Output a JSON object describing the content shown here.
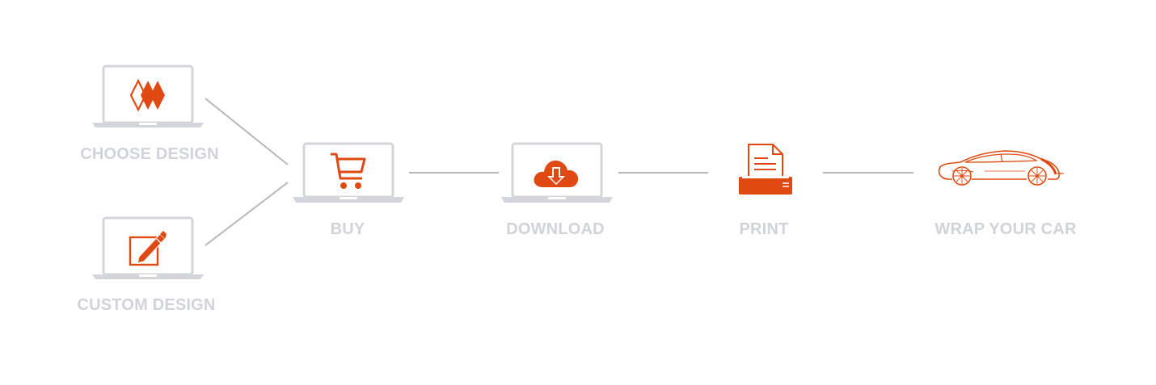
{
  "colors": {
    "accent": "#E04A12",
    "laptop": "#D4D4DB",
    "label": "#D2D2DA",
    "connector": "#B7B7BE"
  },
  "steps": {
    "choose_design": {
      "label": "CHOOSE DESIGN",
      "icon": "diamond-pattern-icon"
    },
    "custom_design": {
      "label": "CUSTOM DESIGN",
      "icon": "edit-pen-icon"
    },
    "buy": {
      "label": "BUY",
      "icon": "shopping-cart-icon"
    },
    "download": {
      "label": "DOWNLOAD",
      "icon": "cloud-download-icon"
    },
    "print": {
      "label": "PRINT",
      "icon": "printer-icon"
    },
    "wrap": {
      "label": "WRAP YOUR CAR",
      "icon": "car-icon"
    }
  }
}
